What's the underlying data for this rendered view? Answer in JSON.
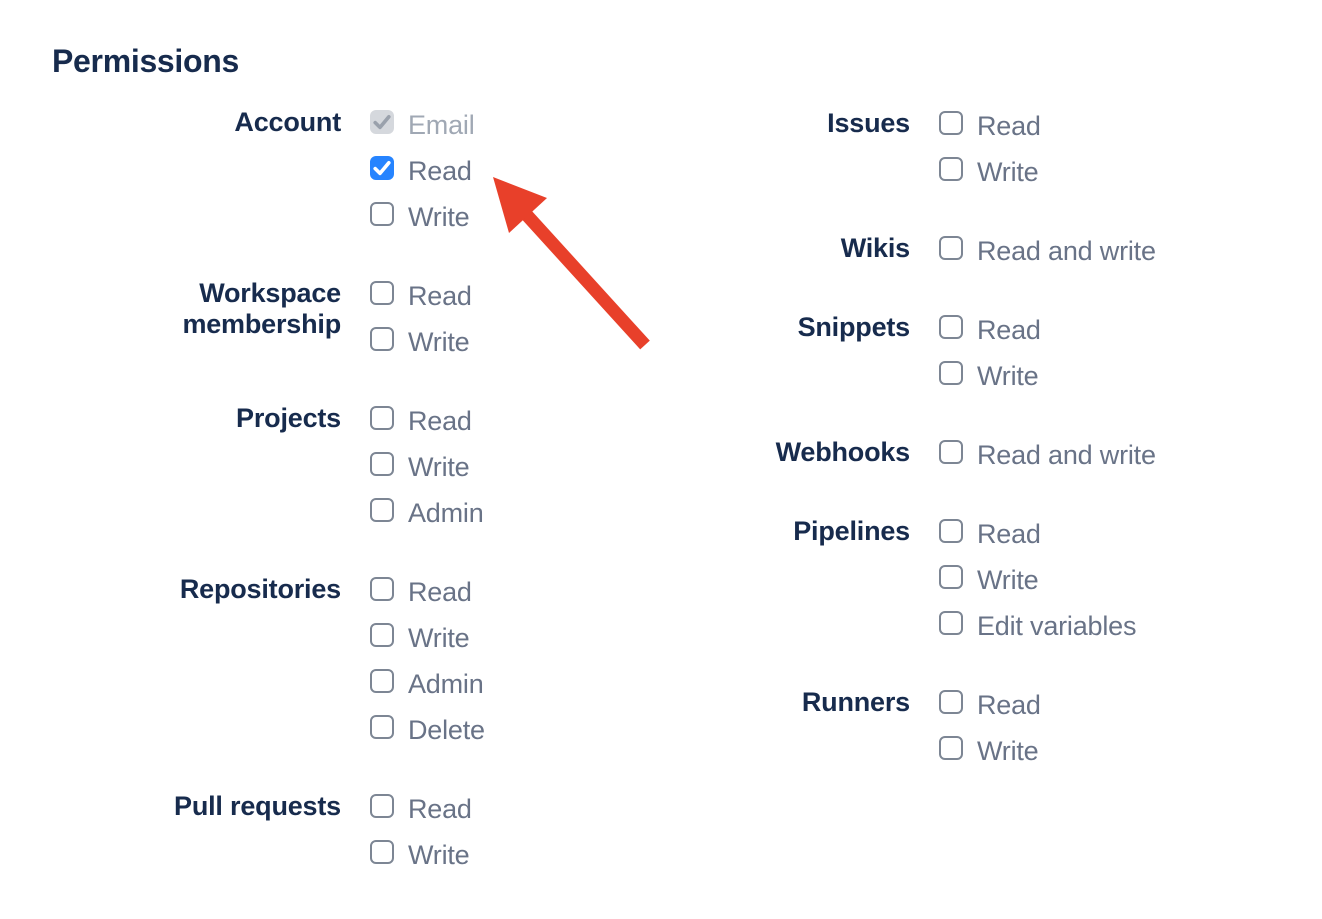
{
  "heading": "Permissions",
  "colors": {
    "navy": "#172B4D",
    "slate": "#697387",
    "disabled_text": "#A0A8B4",
    "accent_blue": "#2684FF",
    "disabled_box": "#D5D8DD",
    "disabled_check": "#9AA1AC",
    "checkbox_border": "#7D8694",
    "arrow_red": "#E8402A",
    "background": "#FFFFFF"
  },
  "columns": {
    "left": {
      "sections": [
        {
          "label": "Account",
          "options": [
            {
              "label": "Email",
              "state": "checked-disabled"
            },
            {
              "label": "Read",
              "state": "checked"
            },
            {
              "label": "Write",
              "state": "unchecked"
            }
          ]
        },
        {
          "label": "Workspace membership",
          "options": [
            {
              "label": "Read",
              "state": "unchecked"
            },
            {
              "label": "Write",
              "state": "unchecked"
            }
          ]
        },
        {
          "label": "Projects",
          "options": [
            {
              "label": "Read",
              "state": "unchecked"
            },
            {
              "label": "Write",
              "state": "unchecked"
            },
            {
              "label": "Admin",
              "state": "unchecked"
            }
          ]
        },
        {
          "label": "Repositories",
          "options": [
            {
              "label": "Read",
              "state": "unchecked"
            },
            {
              "label": "Write",
              "state": "unchecked"
            },
            {
              "label": "Admin",
              "state": "unchecked"
            },
            {
              "label": "Delete",
              "state": "unchecked"
            }
          ]
        },
        {
          "label": "Pull requests",
          "options": [
            {
              "label": "Read",
              "state": "unchecked"
            },
            {
              "label": "Write",
              "state": "unchecked"
            }
          ]
        }
      ]
    },
    "right": {
      "sections": [
        {
          "label": "Issues",
          "options": [
            {
              "label": "Read",
              "state": "unchecked"
            },
            {
              "label": "Write",
              "state": "unchecked"
            }
          ]
        },
        {
          "label": "Wikis",
          "options": [
            {
              "label": "Read and write",
              "state": "unchecked"
            }
          ]
        },
        {
          "label": "Snippets",
          "options": [
            {
              "label": "Read",
              "state": "unchecked"
            },
            {
              "label": "Write",
              "state": "unchecked"
            }
          ]
        },
        {
          "label": "Webhooks",
          "options": [
            {
              "label": "Read and write",
              "state": "unchecked"
            }
          ]
        },
        {
          "label": "Pipelines",
          "options": [
            {
              "label": "Read",
              "state": "unchecked"
            },
            {
              "label": "Write",
              "state": "unchecked"
            },
            {
              "label": "Edit variables",
              "state": "unchecked"
            }
          ]
        },
        {
          "label": "Runners",
          "options": [
            {
              "label": "Read",
              "state": "unchecked"
            },
            {
              "label": "Write",
              "state": "unchecked"
            }
          ]
        }
      ]
    }
  },
  "annotation": {
    "type": "arrow",
    "points_to": "account-read-checkbox"
  }
}
